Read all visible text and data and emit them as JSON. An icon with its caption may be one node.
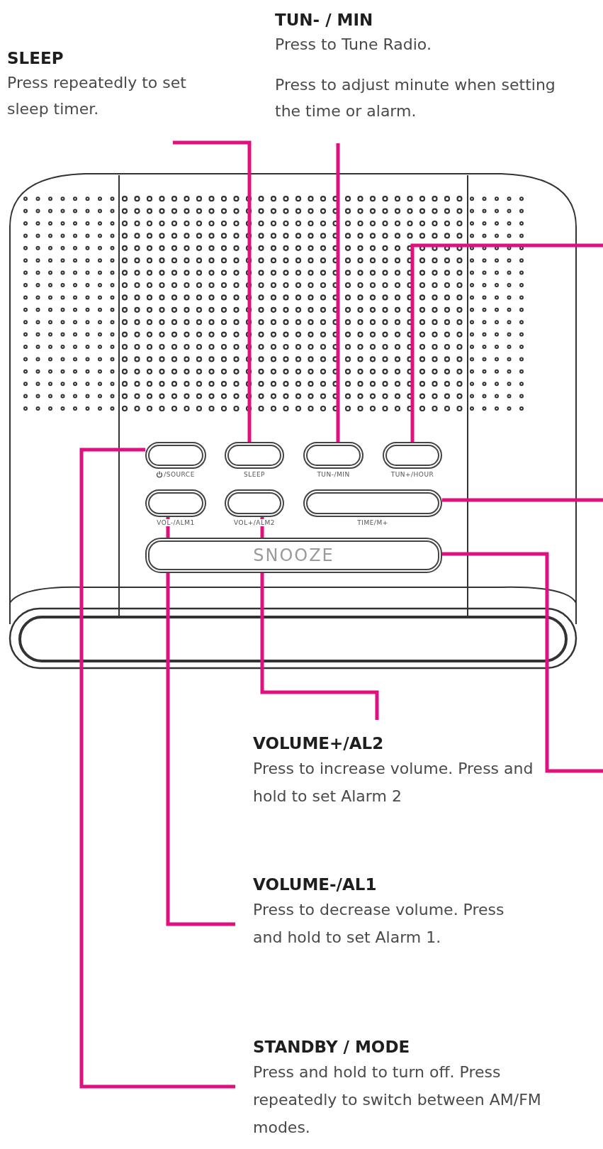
{
  "diagram": {
    "nodes": [
      {
        "text": [
          "SLEEP",
          "Press repeatedly to set sleep timer."
        ]
      },
      {
        "text": [
          "TUN- / MIN",
          "Press to Tune Radio.",
          "Press to adjust minute when setting the time or alarm."
        ]
      },
      {
        "text": [
          "VOLUME+/AL2",
          "Press to increase volume. Press and hold to set Alarm 2"
        ]
      },
      {
        "text": [
          "VOLUME-/AL1",
          "Press to decrease volume. Press and hold to set Alarm 1."
        ]
      },
      {
        "text": [
          "STANDBY / MODE",
          "Press and hold to turn off. Press repeatedly to switch between AM/FM modes."
        ]
      },
      {
        "text": [],
        "shape": "button",
        "beside": [
          "/SOURCE"
        ]
      },
      {
        "text": [],
        "shape": "button",
        "beside": [
          "SLEEP"
        ]
      },
      {
        "text": [],
        "shape": "button",
        "beside": [
          "TUN-/MIN"
        ]
      },
      {
        "text": [],
        "shape": "button",
        "beside": [
          "TUN+/HOUR"
        ]
      },
      {
        "text": [],
        "shape": "button",
        "beside": [
          "VOL-/ALM1"
        ]
      },
      {
        "text": [],
        "shape": "button",
        "beside": [
          "VOL+/ALM2"
        ]
      },
      {
        "text": [],
        "shape": "button",
        "beside": [
          "TIME/M+"
        ]
      },
      {
        "text": [
          "SNOOZE"
        ]
      }
    ],
    "edges": [
      {
        "from": 0,
        "to": 6,
        "arrow": "none"
      },
      {
        "from": 1,
        "to": 7,
        "arrow": "none"
      },
      {
        "from": null,
        "to": 8,
        "arrow": "none"
      },
      {
        "from": null,
        "to": 11,
        "arrow": "none"
      },
      {
        "from": null,
        "to": 12,
        "arrow": "none"
      },
      {
        "from": 2,
        "to": 10,
        "arrow": "none"
      },
      {
        "from": 3,
        "to": 9,
        "arrow": "none"
      },
      {
        "from": 4,
        "to": 5,
        "arrow": "none"
      }
    ]
  }
}
